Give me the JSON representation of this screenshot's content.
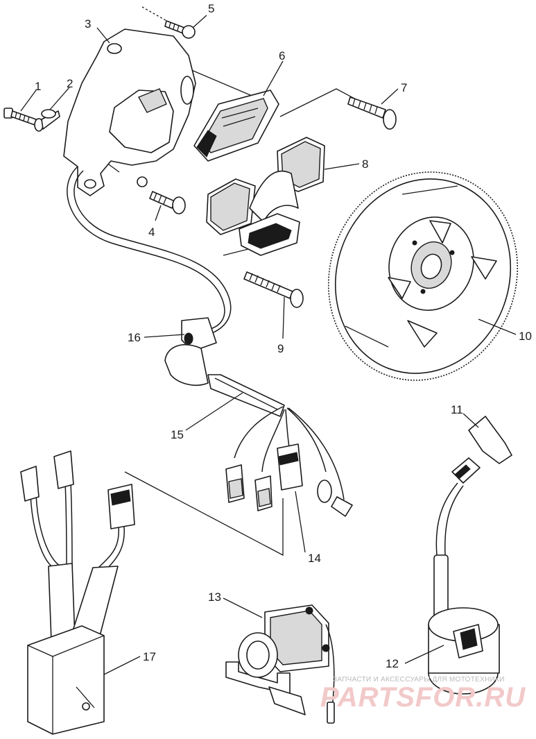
{
  "diagram": {
    "callouts": [
      "1",
      "2",
      "3",
      "4",
      "5",
      "6",
      "7",
      "8",
      "9",
      "10",
      "11",
      "12",
      "13",
      "14",
      "15",
      "16",
      "17"
    ]
  },
  "watermark": {
    "line1": "ЗАПЧАСТИ И АКСЕССУАРЫ ДЛЯ МОТОТЕХНИКИ",
    "line2": "PARTSFOR.RU"
  }
}
